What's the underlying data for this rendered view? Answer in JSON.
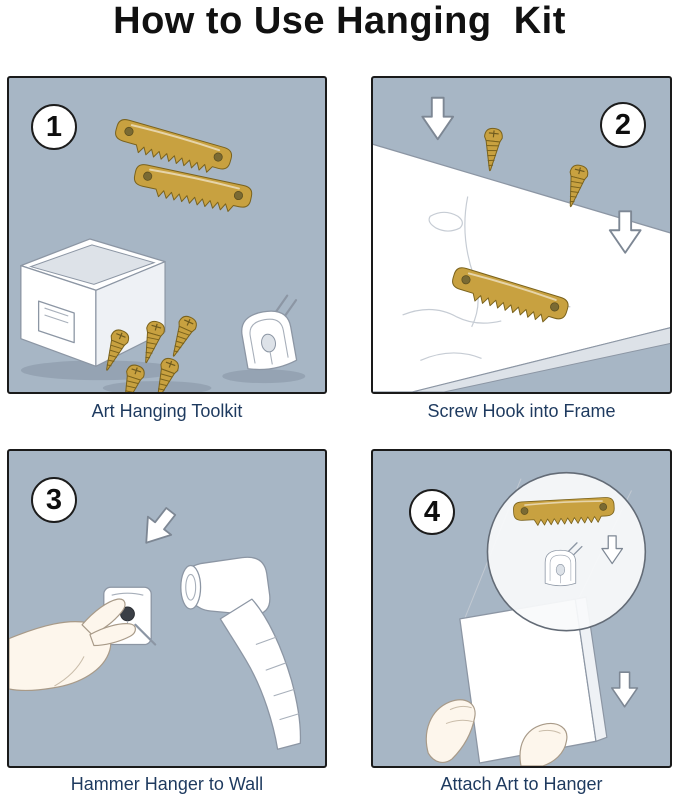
{
  "title": "How to Use Hanging  Kit",
  "steps": [
    {
      "number": "1",
      "caption": "Art Hanging Toolkit",
      "illustration_icons": [
        "toolkit-box-icon",
        "sawtooth-hanger-icon",
        "sawtooth-hanger-icon",
        "screw-icon",
        "screw-icon",
        "screw-icon",
        "screw-icon",
        "screw-icon",
        "wall-hook-icon"
      ]
    },
    {
      "number": "2",
      "caption": "Screw Hook into Frame",
      "illustration_icons": [
        "wood-frame-icon",
        "sawtooth-hanger-icon",
        "screw-icon",
        "screw-icon",
        "down-arrow-icon",
        "down-arrow-icon"
      ]
    },
    {
      "number": "3",
      "caption": "Hammer Hanger to Wall",
      "illustration_icons": [
        "hand-icon",
        "wall-hanger-icon",
        "hammer-icon",
        "down-left-arrow-icon"
      ]
    },
    {
      "number": "4",
      "caption": "Attach Art to Hanger",
      "illustration_icons": [
        "canvas-icon",
        "hand-icon",
        "hand-icon",
        "magnifier-circle",
        "sawtooth-hanger-icon",
        "wall-hook-icon",
        "down-arrow-icon",
        "down-arrow-icon"
      ]
    }
  ],
  "colors": {
    "panel_background": "#a7b6c5",
    "panel_border": "#1a1a1a",
    "brass": "#c8a140",
    "brass_dark": "#7a621c",
    "caption_text": "#1e3a5f",
    "title_text": "#111111"
  }
}
